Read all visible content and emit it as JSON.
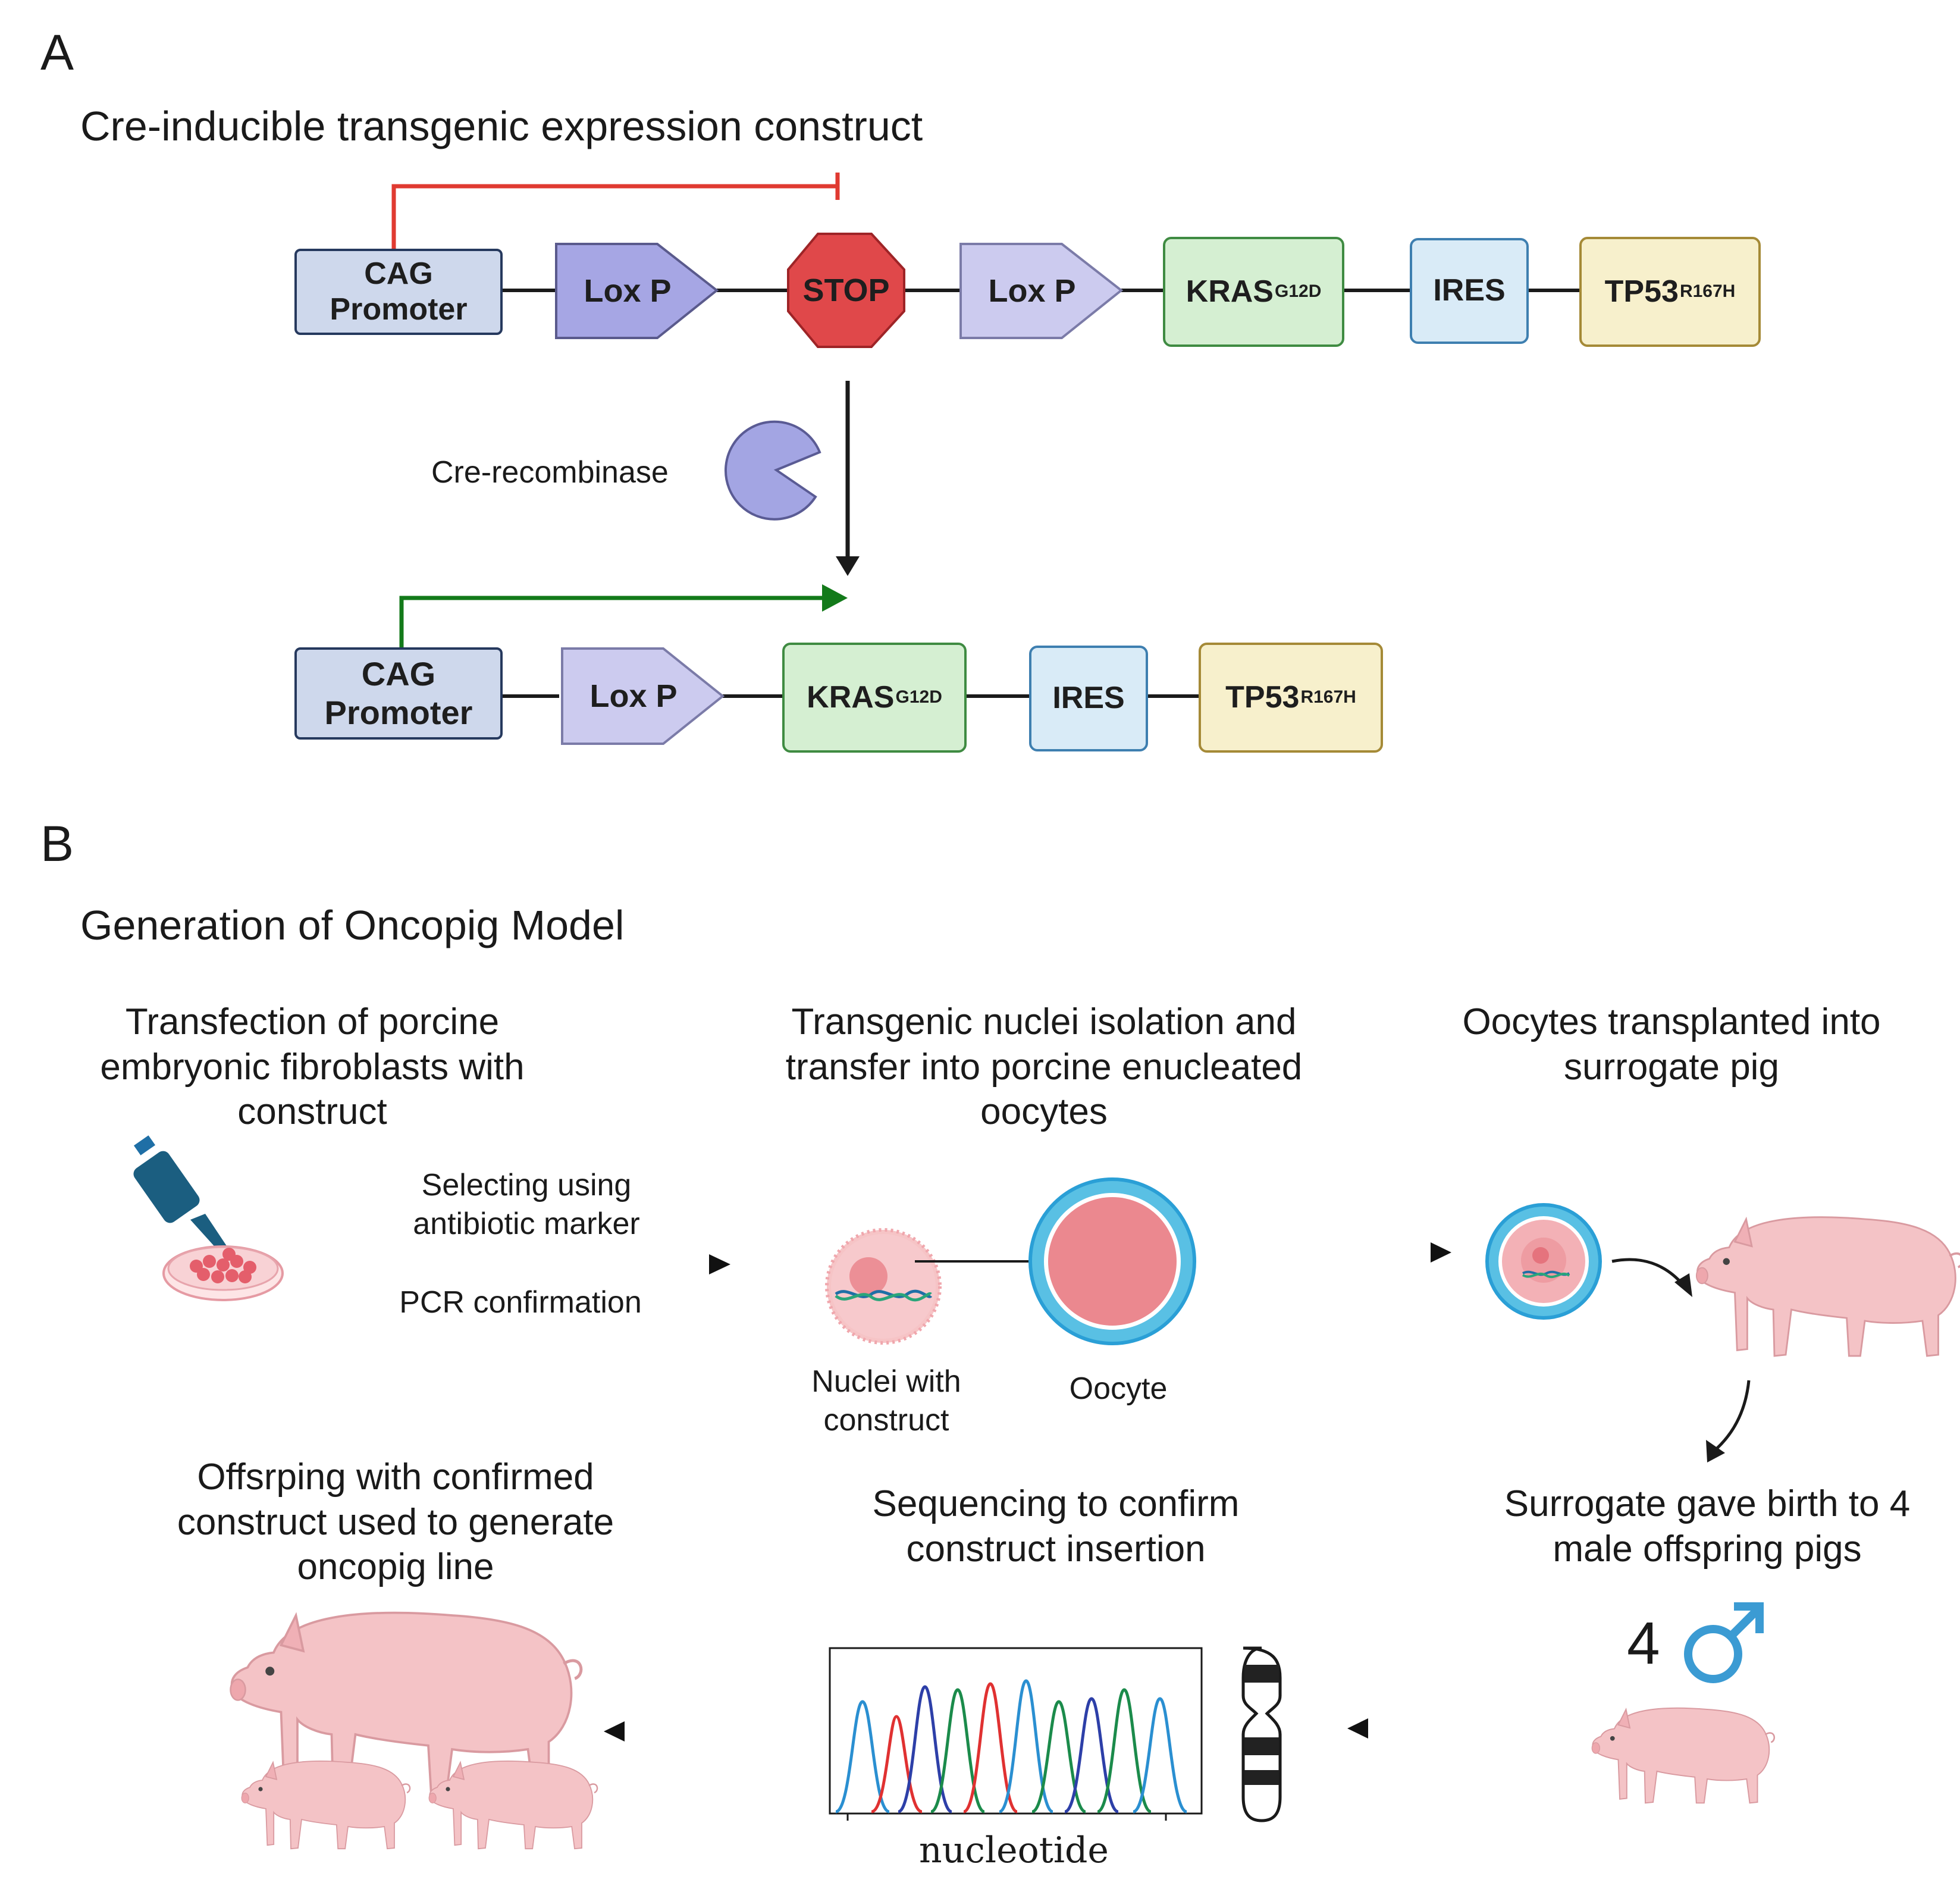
{
  "panel_a": {
    "letter": "A",
    "title": "Cre-inducible transgenic expression construct",
    "construct_before": {
      "cag_line1": "CAG",
      "cag_line2": "Promoter",
      "loxp1": "Lox P",
      "stop": "STOP",
      "loxp2": "Lox P",
      "kras": "KRAS",
      "kras_sup": "G12D",
      "ires": "IRES",
      "tp53": "TP53",
      "tp53_sup": "R167H"
    },
    "enzyme_label": "Cre-recombinase",
    "construct_after": {
      "cag_line1": "CAG",
      "cag_line2": "Promoter",
      "loxp": "Lox P",
      "kras": "KRAS",
      "kras_sup": "G12D",
      "ires": "IRES",
      "tp53": "TP53",
      "tp53_sup": "R167H"
    }
  },
  "panel_b": {
    "letter": "B",
    "title": "Generation of Oncopig Model",
    "steps": {
      "transfection": "Transfection of porcine embryonic fibroblasts with construct",
      "nuclear_transfer": "Transgenic nuclei isolation and transfer into porcine enucleated oocytes",
      "surrogate_transfer": "Oocytes transplanted into surrogate pig",
      "birth": "Surrogate gave birth to 4 male offspring pigs",
      "sequencing": "Sequencing to confirm construct insertion",
      "offspring": "Offsrping with confirmed construct used to generate oncopig line"
    },
    "arrow_labels": {
      "selecting_line1": "Selecting using",
      "selecting_line2": "antibiotic marker",
      "pcr": "PCR confirmation"
    },
    "cell_labels": {
      "nuclei_line1": "Nuclei with",
      "nuclei_line2": "construct",
      "oocyte": "Oocyte"
    },
    "offspring_count": "4",
    "male_symbol": "♂",
    "chromatogram_xlabel": "nucleotide"
  },
  "colors": {
    "inhibition_line": "#e03a31",
    "activation_line": "#137a1a",
    "stop_sign": "#e0484a",
    "loxp_active": "#a6a6e4",
    "loxp_light": "#cccbef",
    "cre_enzyme": "#a3a5e3",
    "male_symbol": "#3b9bd3",
    "pig_pink": "#f4c3c6"
  },
  "icons": [
    "pipette-icon",
    "petri-dish-icon",
    "cell-icon",
    "oocyte-icon",
    "embryo-icon",
    "pig-icon",
    "piglet-icon",
    "chromosome-icon",
    "cre-enzyme-icon",
    "stop-sign-icon",
    "chromatogram-icon"
  ]
}
